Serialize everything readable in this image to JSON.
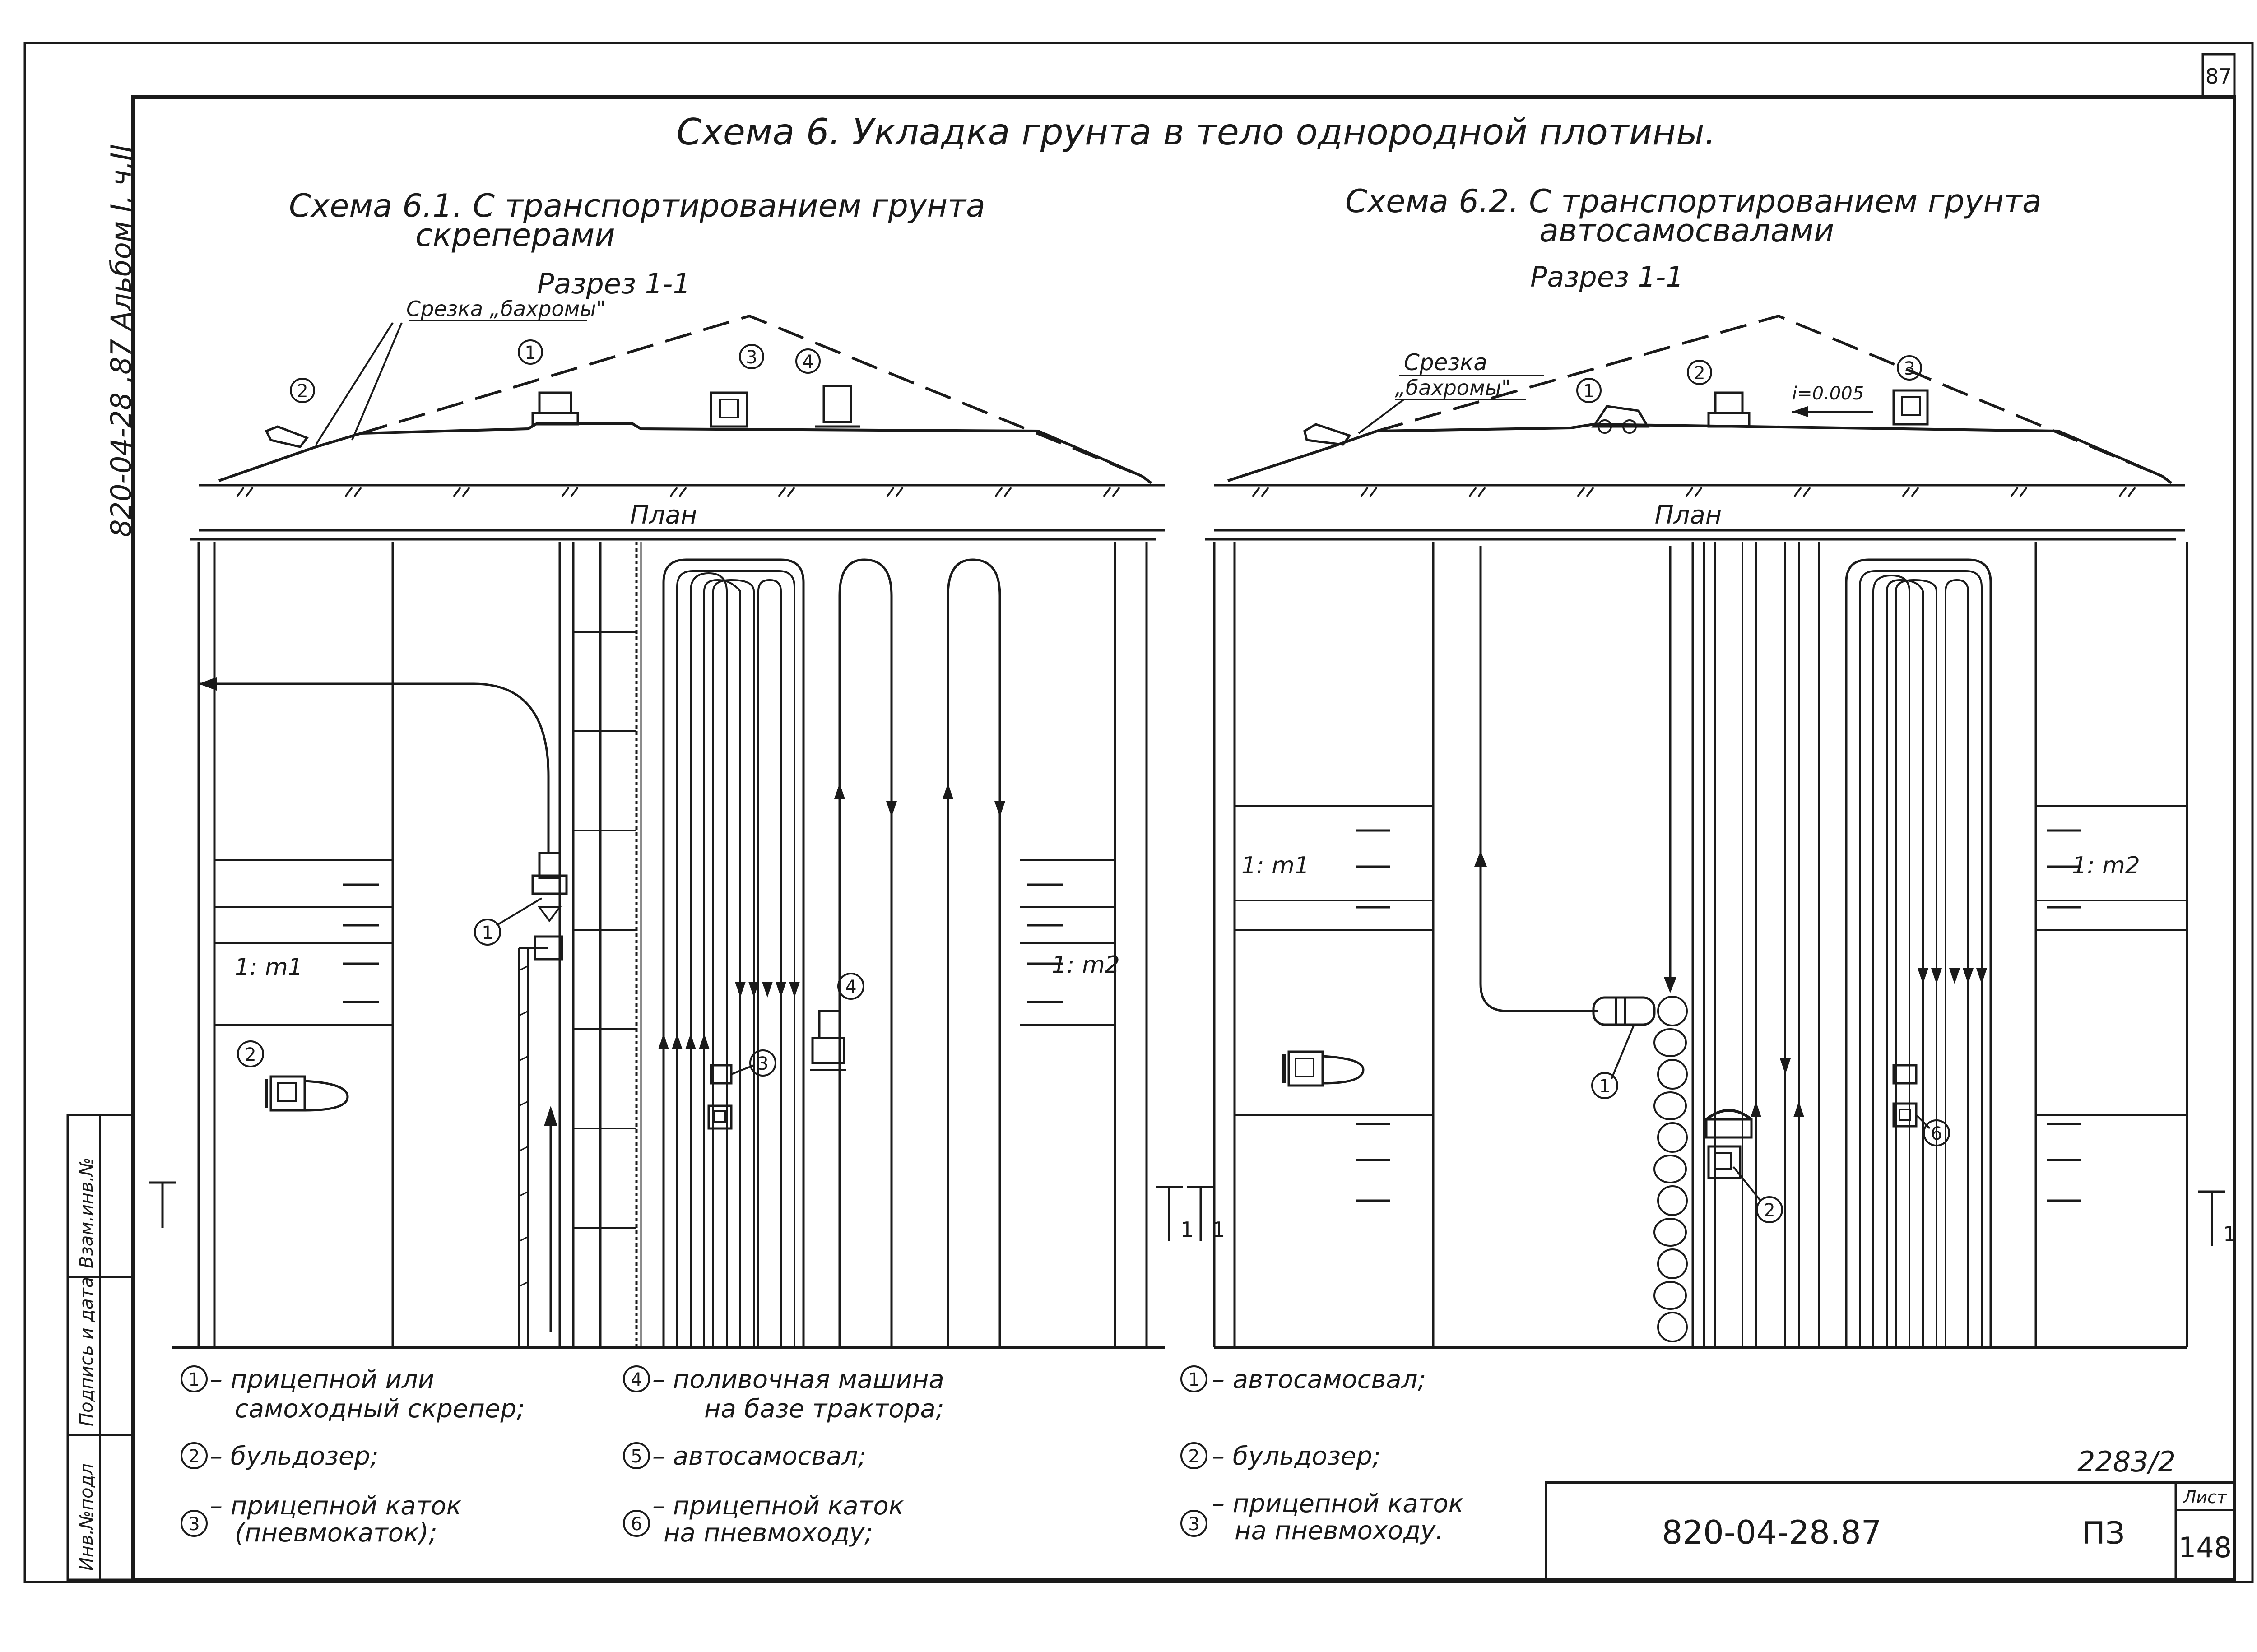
{
  "sheet": {
    "page_number": "87",
    "album_vertical": "820-04-28 .87  Альбом I, ч.II",
    "stamp_labels": [
      "Инв.№подл",
      "Подпись и дата",
      "Взам.инв.№"
    ],
    "title": "Схема 6.  Укладка  грунта в  тело  однородной плотины.",
    "inventory_code": "2283/2",
    "doc_code": "820-04-28.87",
    "doc_section": "ПЗ",
    "sheet_label": "Лист",
    "sheet_number": "148"
  },
  "scheme1": {
    "title_line1": "Схема 6.1.  С транспортированием грунта",
    "title_line2": "скреперами",
    "section_label": "Разрез 1-1",
    "fringe_label": "Срезка „бахромы\"",
    "plan_label": "План",
    "slope_left": "1: m1",
    "slope_right": "1: m2",
    "section_mark": "1",
    "callouts": [
      "1",
      "2",
      "3",
      "4"
    ],
    "legend": [
      {
        "num": "1",
        "line1": "– прицепной  или",
        "line2": "самоходный  скрепер;"
      },
      {
        "num": "2",
        "line1": "– бульдозер;",
        "line2": ""
      },
      {
        "num": "3",
        "line1": "– прицепной  каток",
        "line2": "(пневмокаток);"
      },
      {
        "num": "4",
        "line1": "– поливочная  машина",
        "line2": "на  базе  трактора;"
      },
      {
        "num": "5",
        "line1": "– автосамосвал;",
        "line2": ""
      },
      {
        "num": "6",
        "line1": "– прицепной  каток",
        "line2": "на  пневмоходу;"
      }
    ]
  },
  "scheme2": {
    "title_line1": "Схема 6.2.  С транспортированием  грунта",
    "title_line2": "автосамосвалами",
    "section_label": "Разрез 1-1",
    "fringe_label_1": "Срезка",
    "fringe_label_2": "„бахромы\"",
    "slope_i": "i=0.005",
    "plan_label": "План",
    "slope_left": "1: m1",
    "slope_right": "1: m2",
    "section_mark": "1",
    "callouts": [
      "1",
      "2",
      "3",
      "6"
    ],
    "legend": [
      {
        "num": "1",
        "line1": "–  автосамосвал;",
        "line2": ""
      },
      {
        "num": "2",
        "line1": "–  бульдозер;",
        "line2": ""
      },
      {
        "num": "3",
        "line1": "–  прицепной  каток",
        "line2": "на  пневмоходу."
      }
    ]
  }
}
